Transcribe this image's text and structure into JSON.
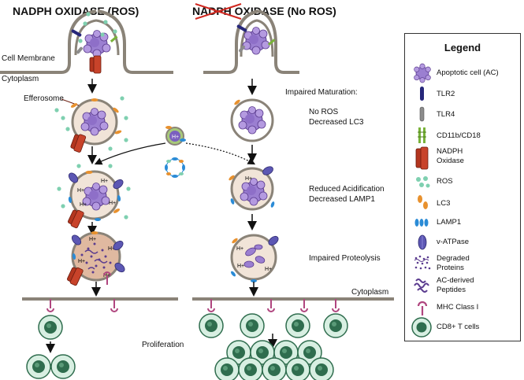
{
  "headers": {
    "left": "NADPH OXIDASE (ROS)",
    "right_struck": "NADPH",
    "right_rest": " OXIDASE (No ROS)"
  },
  "labels": {
    "cell_membrane": "Cell Membrane",
    "cytoplasm_left": "Cytoplasm",
    "efferosome": "Efferosome",
    "cytoplasm_right": "Cytoplasm",
    "proliferation": "Proliferation",
    "h_plus": "H+"
  },
  "captions": {
    "impaired_maturation": "Impaired Maturation:",
    "no_ros": "No ROS",
    "decreased_lc3": "Decreased LC3",
    "reduced_acidification": "Reduced Acidification",
    "decreased_lamp1": "Decreased LAMP1",
    "impaired_proteolysis": "Impaired Proteolysis"
  },
  "legend": {
    "title": "Legend",
    "items": [
      {
        "icon": "apoptotic-cell-icon",
        "label": "Apoptotic cell (AC)"
      },
      {
        "icon": "tlr2-icon",
        "label": "TLR2"
      },
      {
        "icon": "tlr4-icon",
        "label": "TLR4"
      },
      {
        "icon": "cd11b-cd18-icon",
        "label": "CD11b/CD18"
      },
      {
        "icon": "nadph-oxidase-icon",
        "label": "NADPH\nOxidase"
      },
      {
        "icon": "ros-icon",
        "label": "ROS"
      },
      {
        "icon": "lc3-icon",
        "label": "LC3"
      },
      {
        "icon": "lamp1-icon",
        "label": "LAMP1"
      },
      {
        "icon": "v-atpase-icon",
        "label": "v-ATPase"
      },
      {
        "icon": "degraded-proteins-icon",
        "label": "Degraded\nProteins"
      },
      {
        "icon": "ac-derived-peptides-icon",
        "label": "AC-derived\nPeptides"
      },
      {
        "icon": "mhc-class-i-icon",
        "label": "MHC Class I"
      },
      {
        "icon": "cd8-t-cell-icon",
        "label": "CD8+ T cells"
      }
    ]
  },
  "colors": {
    "membrane": "#8a8378",
    "ac_purple": "#9b7fd1",
    "ac_dark": "#5b3c8f",
    "tlr2": "#26277a",
    "tlr4": "#8c8c8c",
    "cd11b": "#79b23a",
    "nadph_red": "#b3361f",
    "ros_green": "#7fd0b0",
    "lc3_orange": "#e8912e",
    "lamp1_blue": "#2a8bd6",
    "vatpase": "#5c57b3",
    "mhc": "#b0467f",
    "tcell_fill": "#d8efe2",
    "tcell_nucleus": "#2f6d4e",
    "vesicle_fill": "#f1e4d8",
    "strike_red": "#d0271f"
  }
}
